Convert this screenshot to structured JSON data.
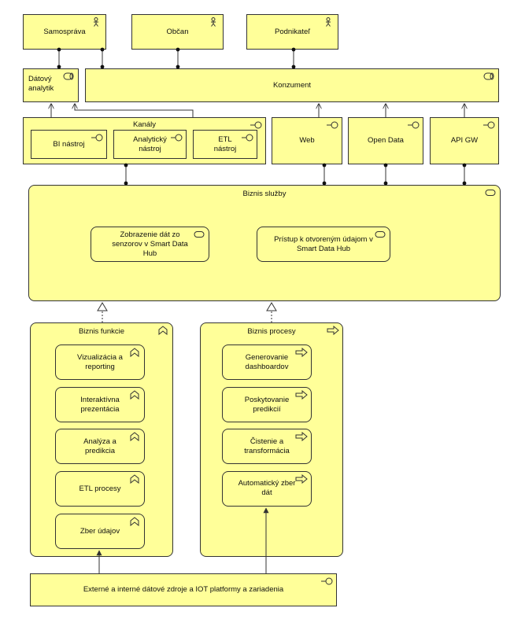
{
  "actors": {
    "samosprava": "Samospráva",
    "obcan": "Občan",
    "podnikatel": "Podnikateľ"
  },
  "roles": {
    "datovy_analytik": "Dátový\nanalytik",
    "konzument": "Konzument"
  },
  "channels": {
    "kanaly": "Kanály",
    "bi_nastroj": "BI nástroj",
    "analyticky_nastroj": "Analytický\nnástroj",
    "etl_nastroj": "ETL\nnástroj",
    "web": "Web",
    "open_data": "Open Data",
    "api_gw": "API GW"
  },
  "services": {
    "biznis_sluzby": "Biznis služby",
    "zobrazenie": "Zobrazenie dát zo\nsenzorov v Smart Data\nHub",
    "pristup": "Prístup k otvoreným údajom v\nSmart Data Hub"
  },
  "functions": {
    "title": "Biznis funkcie",
    "items": [
      "Vizualizácia a\nreporting",
      "Interaktívna\nprezentácia",
      "Analýza a\npredikcia",
      "ETL procesy",
      "Zber údajov"
    ]
  },
  "processes": {
    "title": "Biznis procesy",
    "items": [
      "Generovanie\ndashboardov",
      "Poskytovanie\npredikcií",
      "Čistenie a\ntransformácia",
      "Automatický zber\ndát"
    ]
  },
  "sources": {
    "label": "Externé a interné dátové zdroje a IOT platformy a zariadenia"
  },
  "icons": {
    "actor": "actor-icon",
    "role": "role-icon",
    "interface": "interface-icon",
    "service": "service-icon",
    "function": "function-icon",
    "process": "process-icon"
  },
  "colors": {
    "fill": "#ffff99",
    "stroke": "#333333"
  }
}
